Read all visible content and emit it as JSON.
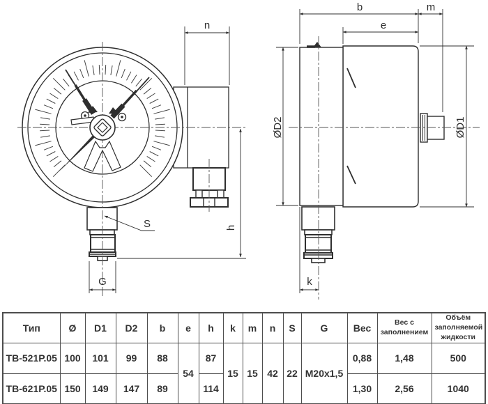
{
  "drawing": {
    "dim_labels": {
      "n": "n",
      "b": "b",
      "e": "e",
      "m": "m",
      "h": "h",
      "k": "k",
      "s": "S",
      "g": "G",
      "d1": "ØD1",
      "d2": "ØD2"
    }
  },
  "table": {
    "headers": [
      "Тип",
      "Ø",
      "D1",
      "D2",
      "b",
      "e",
      "h",
      "k",
      "m",
      "n",
      "S",
      "G",
      "Вес",
      "Вес с заполнением",
      "Объём заполняемой жидкости"
    ],
    "rows": [
      {
        "type": "ТВ-521Р.05",
        "d": "100",
        "d1": "101",
        "d2": "99",
        "b": "88",
        "h": "87",
        "weight": "0,88",
        "weight_filled": "1,48",
        "volume": "500"
      },
      {
        "type": "ТВ-621Р.05",
        "d": "150",
        "d1": "149",
        "d2": "147",
        "b": "89",
        "h": "114",
        "weight": "1,30",
        "weight_filled": "2,56",
        "volume": "1040"
      }
    ],
    "merged": {
      "e": "54",
      "k": "15",
      "m": "15",
      "n": "42",
      "s": "22",
      "g": "M20x1,5"
    }
  }
}
